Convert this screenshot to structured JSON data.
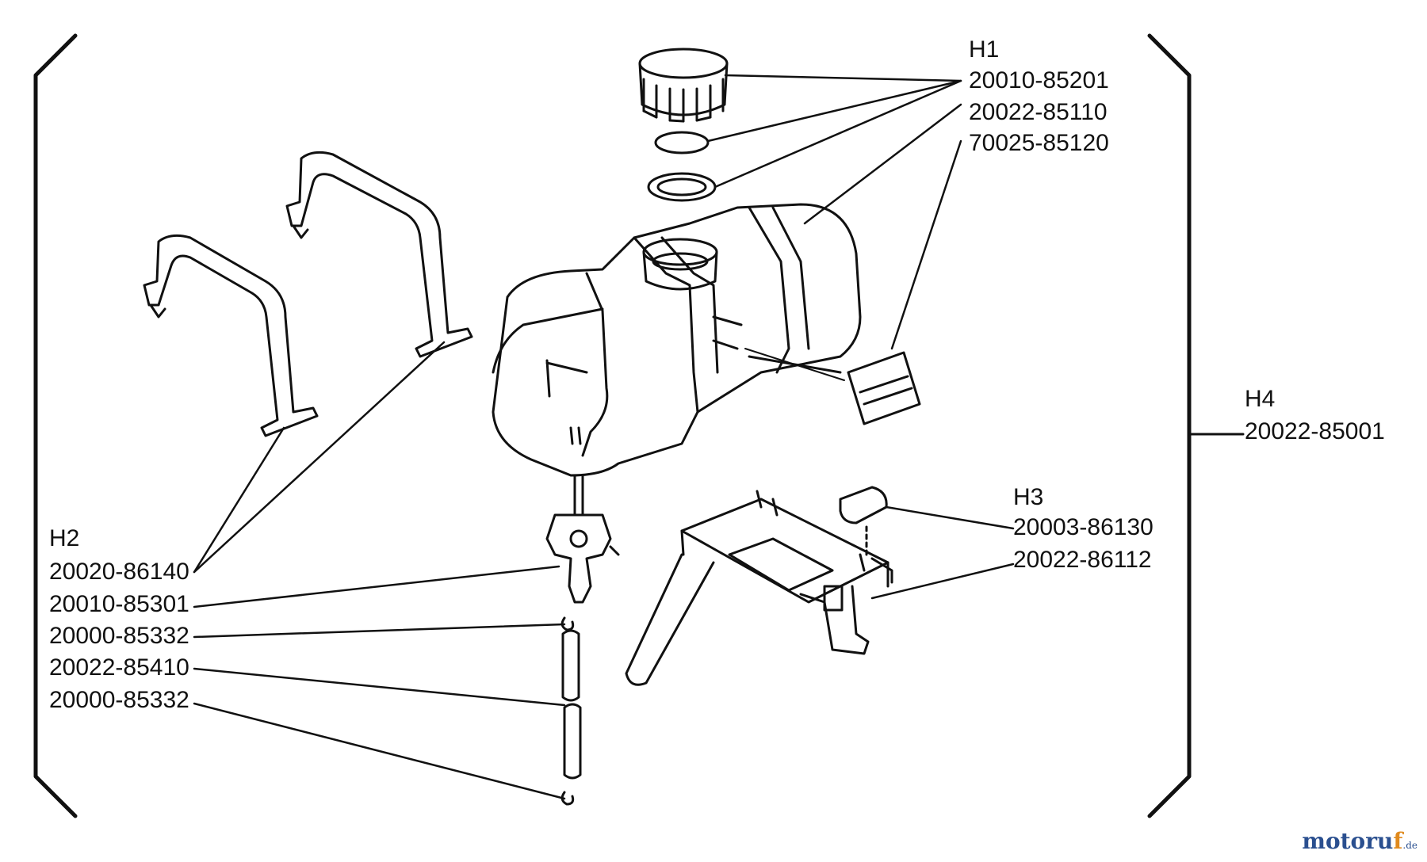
{
  "groups": {
    "h1": {
      "title": "H1",
      "parts": [
        "20010-85201",
        "20022-85110",
        "70025-85120"
      ]
    },
    "h2": {
      "title": "H2",
      "parts": [
        "20020-86140",
        "20010-85301",
        "20000-85332",
        "20022-85410",
        "20000-85332"
      ]
    },
    "h3": {
      "title": "H3",
      "parts": [
        "20003-86130",
        "20022-86112"
      ]
    },
    "h4": {
      "title": "H4",
      "parts": [
        "20022-85001"
      ]
    }
  },
  "watermark": {
    "main": "motoru",
    "accent": "f",
    "suffix": ".de"
  },
  "colors": {
    "line": "#111111",
    "brand_blue": "#2a4f8f",
    "brand_orange": "#e08a1e"
  }
}
